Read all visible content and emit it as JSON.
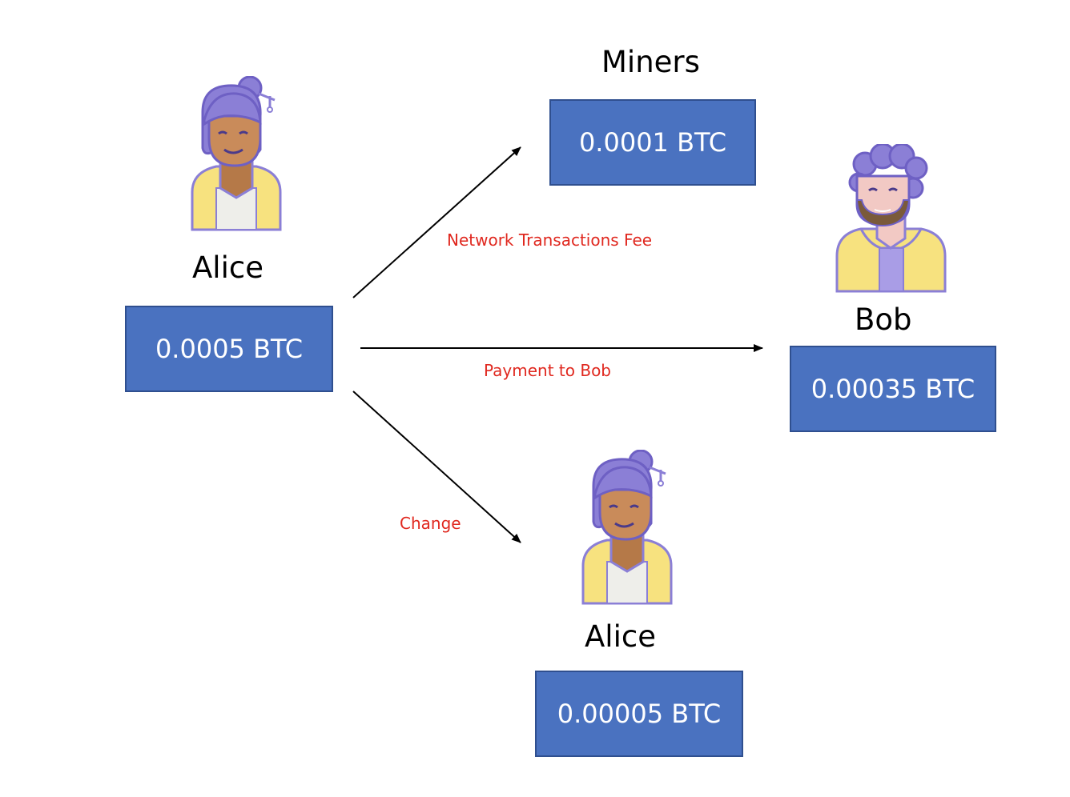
{
  "sender": {
    "name": "Alice",
    "amount": "0.0005 BTC",
    "icon": "woman-avatar-icon"
  },
  "miners": {
    "name": "Miners",
    "amount": "0.0001 BTC"
  },
  "recipient": {
    "name": "Bob",
    "amount": "0.00035 BTC",
    "icon": "man-avatar-icon"
  },
  "change": {
    "name": "Alice",
    "amount": "0.00005 BTC",
    "icon": "woman-avatar-icon"
  },
  "flows": {
    "fee": "Network Transactions Fee",
    "payment": "Payment to Bob",
    "change": "Change"
  },
  "colors": {
    "box_fill": "#4a72c0",
    "flow_label": "#e0281f",
    "hair": "#8b7fd6",
    "skin": "#c98b5a",
    "jacket": "#f7e27f"
  }
}
